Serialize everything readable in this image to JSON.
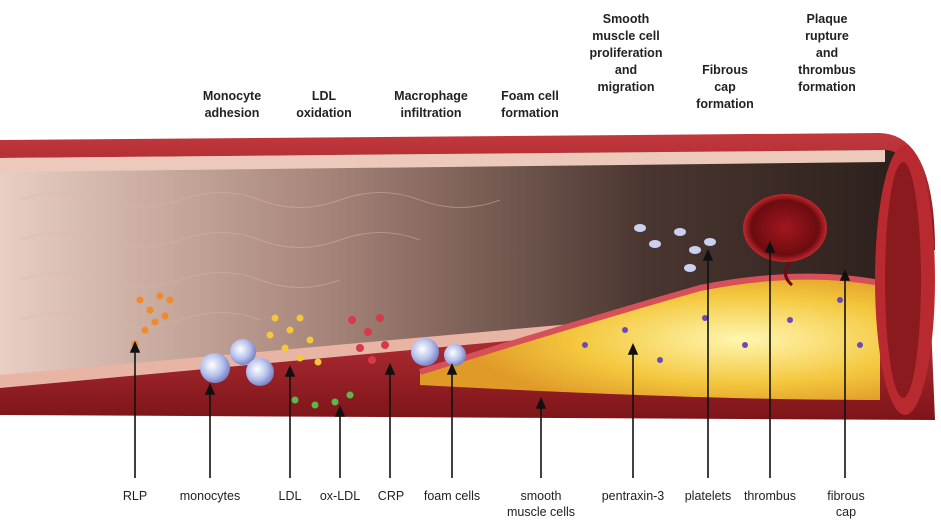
{
  "stages": [
    "Monocyte\nadhesion",
    "LDL\noxidation",
    "Macrophage\ninfiltration",
    "Foam cell\nformation",
    "Smooth\nmuscle cell\nproliferation\nand\nmigration",
    "Fibrous\ncap\nformation",
    "Plaque\nrupture\nand\nthrombus\nformation"
  ],
  "labels": [
    "RLP",
    "monocytes",
    "LDL",
    "ox-LDL",
    "CRP",
    "foam cells",
    "smooth\nmuscle cells",
    "pentraxin-3",
    "platelets",
    "thrombus",
    "fibrous\ncap"
  ],
  "colors": {
    "vessel_wall": "#9e1b22",
    "intima": "#e9b8a6",
    "lumen_dark": "#3a2a24",
    "plaque_core": "#f2c23a",
    "thrombus": "#8b0f14"
  }
}
